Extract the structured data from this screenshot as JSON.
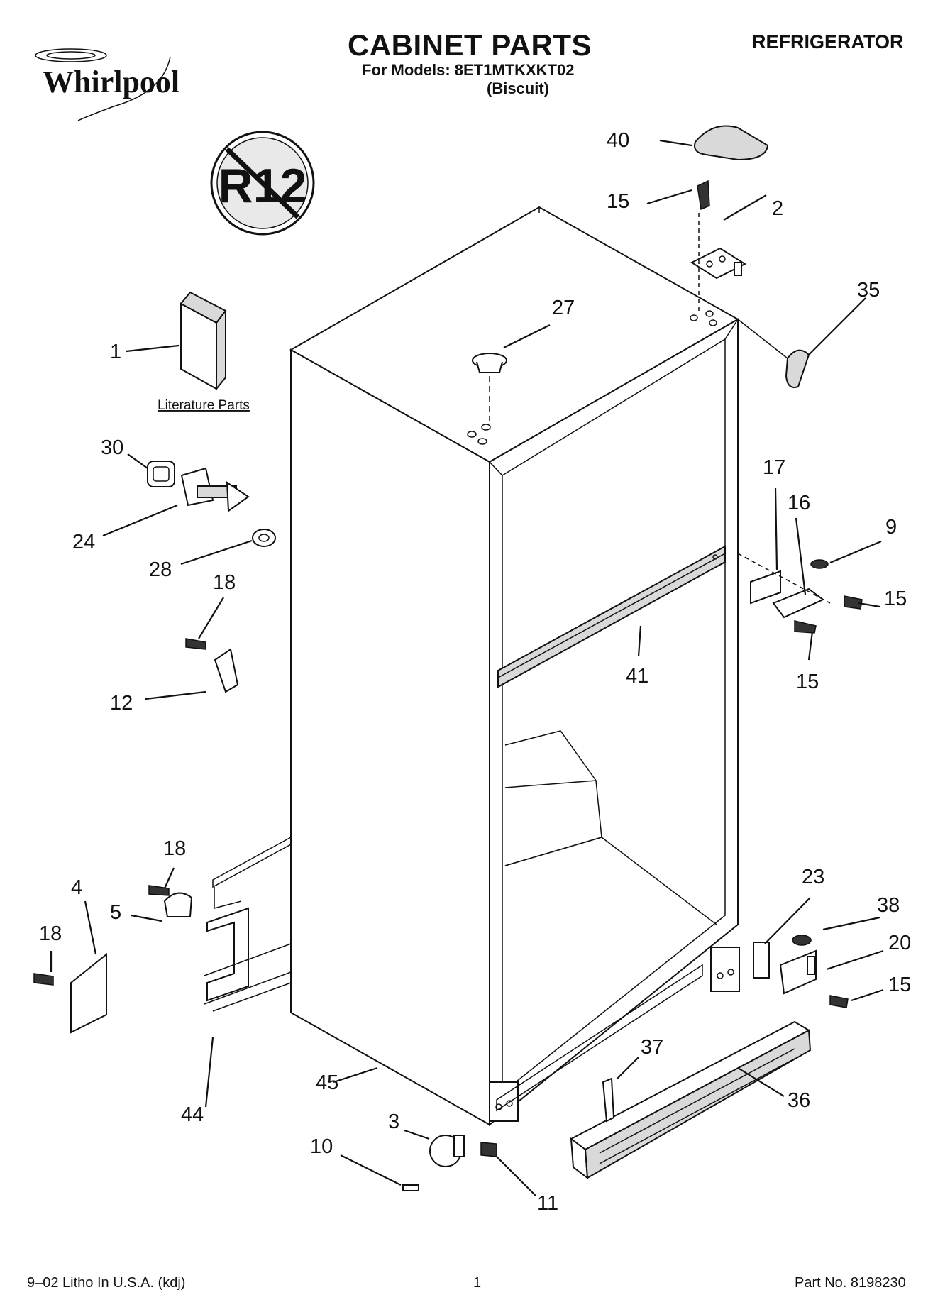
{
  "header": {
    "brand": "Whirlpool",
    "title": "CABINET PARTS",
    "models_line": "For Models: 8ET1MTKXKT02",
    "color_line": "(Biscuit)",
    "appliance": "REFRIGERATOR",
    "badge": "R12"
  },
  "diagram": {
    "literature_label": "Literature Parts",
    "callouts": [
      "40",
      "15",
      "2",
      "35",
      "27",
      "1",
      "30",
      "24",
      "28",
      "18",
      "12",
      "17",
      "16",
      "9",
      "15",
      "15",
      "41",
      "18",
      "5",
      "4",
      "18",
      "23",
      "38",
      "20",
      "15",
      "37",
      "36",
      "45",
      "44",
      "3",
      "10",
      "11"
    ]
  },
  "footer": {
    "left": "9–02 Litho In U.S.A. (kdj)",
    "page": "1",
    "part_no": "Part No. 8198230"
  }
}
